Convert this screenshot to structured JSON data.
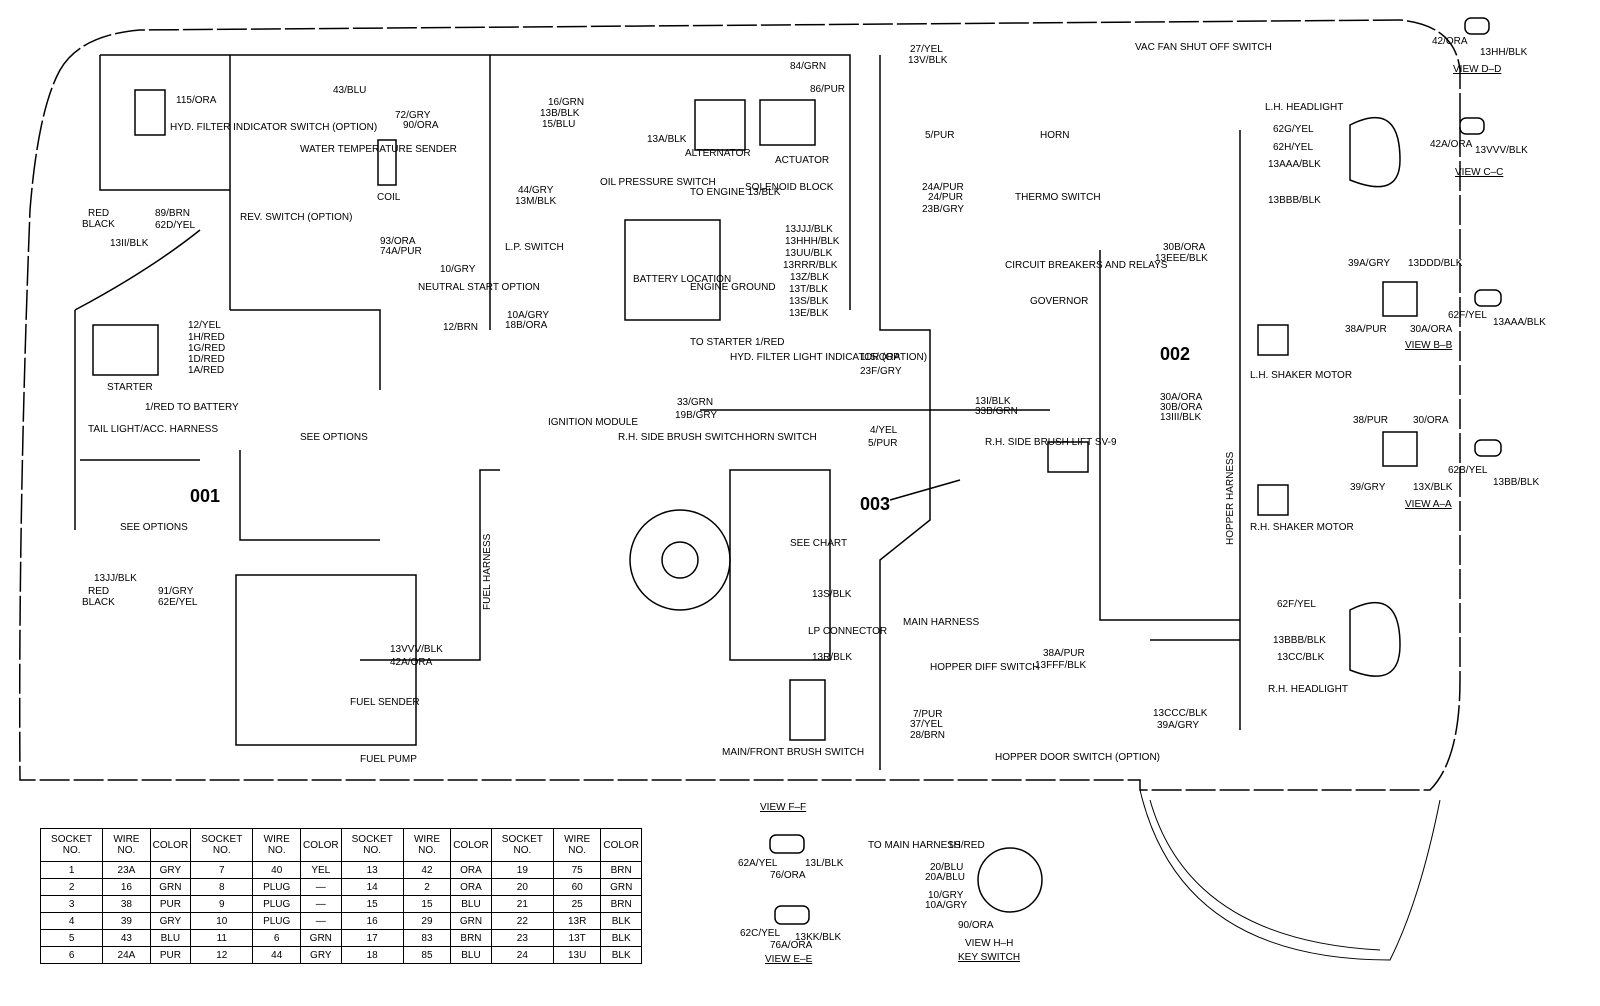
{
  "labels": {
    "hyd_filter": "HYD. FILTER INDICATOR SWITCH (OPTION)",
    "water_temp": "WATER TEMPERATURE SENDER",
    "coil": "COIL",
    "alternator": "ALTERNATOR",
    "actuator": "ACTUATOR",
    "oil_pressure": "OIL PRESSURE SWITCH",
    "rev_switch": "REV. SWITCH (OPTION)",
    "lp_switch": "L.P. SWITCH",
    "solenoid_block": "SOLENOID BLOCK",
    "to_engine": "TO ENGINE 13/BLK",
    "battery_location": "BATTERY LOCATION",
    "engine_ground": "ENGINE GROUND",
    "starter": "STARTER",
    "to_battery": "1/RED TO BATTERY",
    "neutral_start": "NEUTRAL START OPTION",
    "ignition_module": "IGNITION MODULE",
    "rh_side_brush_switch": "R.H. SIDE BRUSH SWITCH",
    "tail_light": "TAIL LIGHT/ACC. HARNESS",
    "see_options": "SEE OPTIONS",
    "see_options2": "SEE OPTIONS",
    "fuel_sender": "FUEL SENDER",
    "fuel_pump": "FUEL PUMP",
    "fuel_harness": "FUEL HARNESS",
    "vac_fan": "VAC FAN SHUT OFF SWITCH",
    "horn": "HORN",
    "thermo": "THERMO SWITCH",
    "circuit_breakers": "CIRCUIT BREAKERS AND RELAYS",
    "governor": "GOVERNOR",
    "to_starter": "TO STARTER 1/RED",
    "hyd_filter_light": "HYD. FILTER LIGHT INDICATOR (OPTION)",
    "horn_switch": "HORN SWITCH",
    "rh_side_brush_lift": "R.H. SIDE BRUSH LIFT SV-9",
    "see_chart": "SEE CHART",
    "lp_connector": "LP CONNECTOR",
    "main_harness": "MAIN HARNESS",
    "hopper_diff": "HOPPER DIFF SWITCH",
    "main_front_brush": "MAIN/FRONT BRUSH SWITCH",
    "hopper_door": "HOPPER DOOR SWITCH (OPTION)",
    "lh_headlight": "L.H. HEADLIGHT",
    "rh_headlight": "R.H. HEADLIGHT",
    "lh_shaker": "L.H. SHAKER MOTOR",
    "rh_shaker": "R.H. SHAKER MOTOR",
    "hopper_harness": "HOPPER HARNESS",
    "h001": "001",
    "h002": "002",
    "h003": "003",
    "view_dd": "VIEW D–D",
    "view_cc": "VIEW C–C",
    "view_bb": "VIEW B–B",
    "view_aa": "VIEW A–A",
    "view_ff": "VIEW F–F",
    "view_ee": "VIEW E–E",
    "view_hh": "VIEW H–H",
    "key_switch": "KEY SWITCH",
    "to_main_harness": "TO MAIN HARNESS"
  },
  "wires": {
    "w115": "115/ORA",
    "w43": "43/BLU",
    "w72": "72/GRY",
    "w90": "90/ORA",
    "w16": "16/GRN",
    "w13b": "13B/BLK",
    "w15": "15/BLU",
    "w84": "84/GRN",
    "w86": "86/PUR",
    "w13a": "13A/BLK",
    "w44": "44/GRY",
    "w13m": "13M/BLK",
    "w89": "89/BRN",
    "w62d": "62D/YEL",
    "w13ii": "13II/BLK",
    "w93": "93/ORA",
    "w74a": "74A/PUR",
    "w10": "10/GRY",
    "w12brn": "12/BRN",
    "w10a": "10A/GRY",
    "w18b": "18B/ORA",
    "w12yel": "12/YEL",
    "w1h": "1H/RED",
    "w1g": "1G/RED",
    "w1d": "1D/RED",
    "w1a": "1A/RED",
    "w13jj": "13JJ/BLK",
    "w91": "91/GRY",
    "w62e": "62E/YEL",
    "w13vvv": "13VVV/BLK",
    "w42a": "42A/ORA",
    "w33": "33/GRN",
    "w19b": "19B/GRY",
    "w27": "27/YEL",
    "w13v": "13V/BLK",
    "w5": "5/PUR",
    "w24a": "24A/PUR",
    "w24": "24/PUR",
    "w23b": "23B/GRY",
    "w13jjj": "13JJJ/BLK",
    "w13hhh": "13HHH/BLK",
    "w13uu": "13UU/BLK",
    "w13rrr": "13RRR/BLK",
    "w13z": "13Z/BLK",
    "w13t": "13T/BLK",
    "w13s": "13S/BLK",
    "w13e": "13E/BLK",
    "w115b": "115/ORA",
    "w23f": "23F/GRY",
    "w13l": "13I/BLK",
    "w33b": "33B/GRN",
    "w4": "4/YEL",
    "w5b": "5/PUR",
    "w13s2": "13S/BLK",
    "w13r": "13R/BLK",
    "w38a": "38A/PUR",
    "w13fff": "13FFF/BLK",
    "w7": "7/PUR",
    "w37": "37/YEL",
    "w28": "28/BRN",
    "w13ccc": "13CCC/BLK",
    "w39a": "39A/GRY",
    "w30b": "30B/ORA",
    "w13eee": "13EEE/BLK",
    "w30a": "30A/ORA",
    "w30bb": "30B/ORA",
    "w13iii": "13III/BLK",
    "w62g": "62G/YEL",
    "w62h": "62H/YEL",
    "w13aaa": "13AAA/BLK",
    "w13bbb": "13BBB/BLK",
    "w62f": "62F/YEL",
    "w13bbb2": "13BBB/BLK",
    "w13cc": "13CC/BLK",
    "red": "RED",
    "black": "BLACK",
    "red2": "RED",
    "black2": "BLACK"
  },
  "views": {
    "dd_w1": "42/ORA",
    "dd_w2": "13HH/BLK",
    "cc_w1": "42A/ORA",
    "cc_w2": "13VVV/BLK",
    "bb_w1": "39A/GRY",
    "bb_w2": "13DDD/BLK",
    "bb_w3": "38A/PUR",
    "bb_w4": "30A/ORA",
    "bb_w5": "62F/YEL",
    "bb_w6": "13AAA/BLK",
    "aa_w1": "38/PUR",
    "aa_w2": "30/ORA",
    "aa_w3": "39/GRY",
    "aa_w4": "13X/BLK",
    "aa_w5": "62B/YEL",
    "aa_w6": "13BB/BLK",
    "ff_w1": "62A/YEL",
    "ff_w2": "76/ORA",
    "ff_w3": "13L/BLK",
    "ee_w1": "62C/YEL",
    "ee_w2": "76A/ORA",
    "ee_w3": "13KK/BLK",
    "hh_w1": "1H/RED",
    "hh_w2": "20/BLU",
    "hh_w3": "20A/BLU",
    "hh_w4": "10/GRY",
    "hh_w5": "10A/GRY",
    "hh_w6": "90/ORA"
  },
  "table": {
    "headers": [
      "SOCKET NO.",
      "WIRE NO.",
      "COLOR",
      "SOCKET NO.",
      "WIRE NO.",
      "COLOR",
      "SOCKET NO.",
      "WIRE NO.",
      "COLOR",
      "SOCKET NO.",
      "WIRE NO.",
      "COLOR"
    ],
    "rows": [
      [
        "1",
        "23A",
        "GRY",
        "7",
        "40",
        "YEL",
        "13",
        "42",
        "ORA",
        "19",
        "75",
        "BRN"
      ],
      [
        "2",
        "16",
        "GRN",
        "8",
        "PLUG",
        "—",
        "14",
        "2",
        "ORA",
        "20",
        "60",
        "GRN"
      ],
      [
        "3",
        "38",
        "PUR",
        "9",
        "PLUG",
        "—",
        "15",
        "15",
        "BLU",
        "21",
        "25",
        "BRN"
      ],
      [
        "4",
        "39",
        "GRY",
        "10",
        "PLUG",
        "—",
        "16",
        "29",
        "GRN",
        "22",
        "13R",
        "BLK"
      ],
      [
        "5",
        "43",
        "BLU",
        "11",
        "6",
        "GRN",
        "17",
        "83",
        "BRN",
        "23",
        "13T",
        "BLK"
      ],
      [
        "6",
        "24A",
        "PUR",
        "12",
        "44",
        "GRY",
        "18",
        "85",
        "BLU",
        "24",
        "13U",
        "BLK"
      ]
    ]
  }
}
